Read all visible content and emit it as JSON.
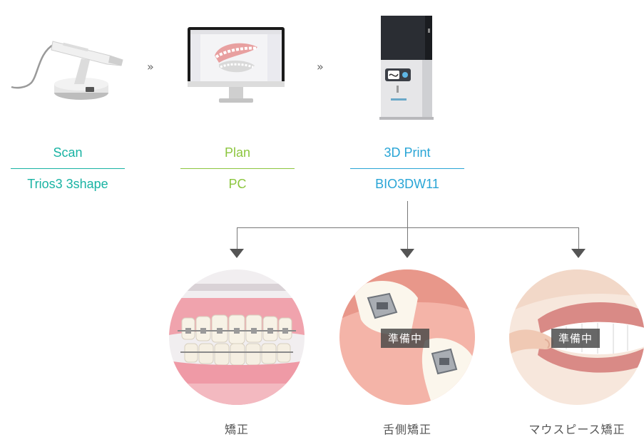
{
  "steps": [
    {
      "title": "Scan",
      "subtitle": "Trios3 3shape",
      "color": "#19b3a3",
      "image": "intraoral-scanner"
    },
    {
      "title": "Plan",
      "subtitle": "PC",
      "color": "#8cc63f",
      "image": "computer-monitor"
    },
    {
      "title": "3D Print",
      "subtitle": "BIO3DW11",
      "color": "#29a5d6",
      "image": "3d-printer"
    }
  ],
  "separator_glyph": "»",
  "outcomes": [
    {
      "label": "矯正",
      "badge": null,
      "image": "braces-model"
    },
    {
      "label": "舌側矯正",
      "badge": "準備中",
      "image": "lingual-brackets"
    },
    {
      "label": "マウスピース矯正",
      "badge": "準備中",
      "image": "clear-aligner"
    }
  ],
  "colors": {
    "connector": "#777777",
    "label_text": "#555555"
  }
}
